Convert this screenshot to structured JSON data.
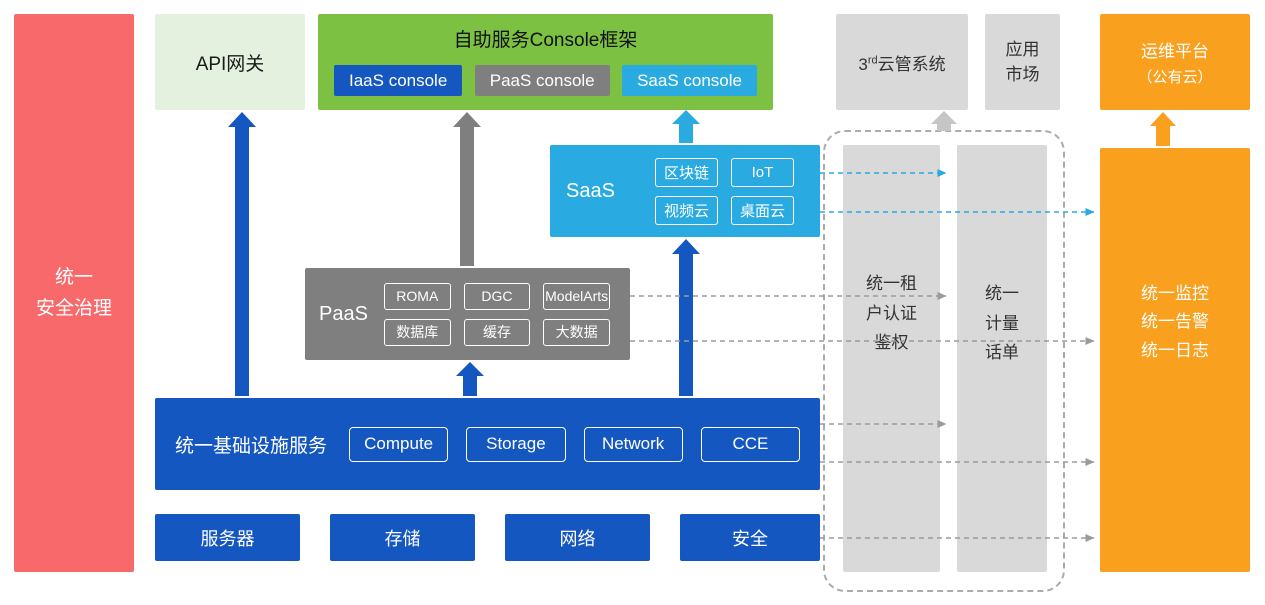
{
  "palette": {
    "red": "#F8696B",
    "green": "#7DC142",
    "light_green": "#E4F1DE",
    "blue": "#1557C0",
    "cyan": "#29ABE2",
    "gray": "#7F7F7F",
    "light_gray": "#D9D9D9",
    "orange": "#F9A01E"
  },
  "security_bar": {
    "label": "统一\n安全治理"
  },
  "api_gateway": {
    "label": "API网关"
  },
  "console_frame": {
    "title": "自助服务Console框架",
    "consoles": [
      {
        "label": "IaaS console"
      },
      {
        "label": "PaaS console"
      },
      {
        "label": "SaaS console"
      }
    ]
  },
  "third_party_cloud": {
    "num": "3",
    "sup": "rd",
    "text": "云管系统"
  },
  "app_market": {
    "label": "应用\n市场"
  },
  "om_platform": {
    "line1": "运维平台",
    "line2": "（公有云）"
  },
  "saas": {
    "label": "SaaS",
    "items": [
      "区块链",
      "IoT",
      "视频云",
      "桌面云"
    ]
  },
  "paas": {
    "label": "PaaS",
    "items": [
      "ROMA",
      "DGC",
      "ModelArts",
      "数据库",
      "缓存",
      "大数据"
    ]
  },
  "infrastructure": {
    "label": "统一基础设施服务",
    "items": [
      "Compute",
      "Storage",
      "Network",
      "CCE"
    ]
  },
  "resources": [
    "服务器",
    "存储",
    "网络",
    "安全"
  ],
  "tenant_auth_column": {
    "label": "统一租\n户认证\n鉴权"
  },
  "metering_column": {
    "label": "统一\n计量\n话单"
  },
  "monitoring_box": {
    "label": "统一监控\n统一告警\n统一日志"
  }
}
